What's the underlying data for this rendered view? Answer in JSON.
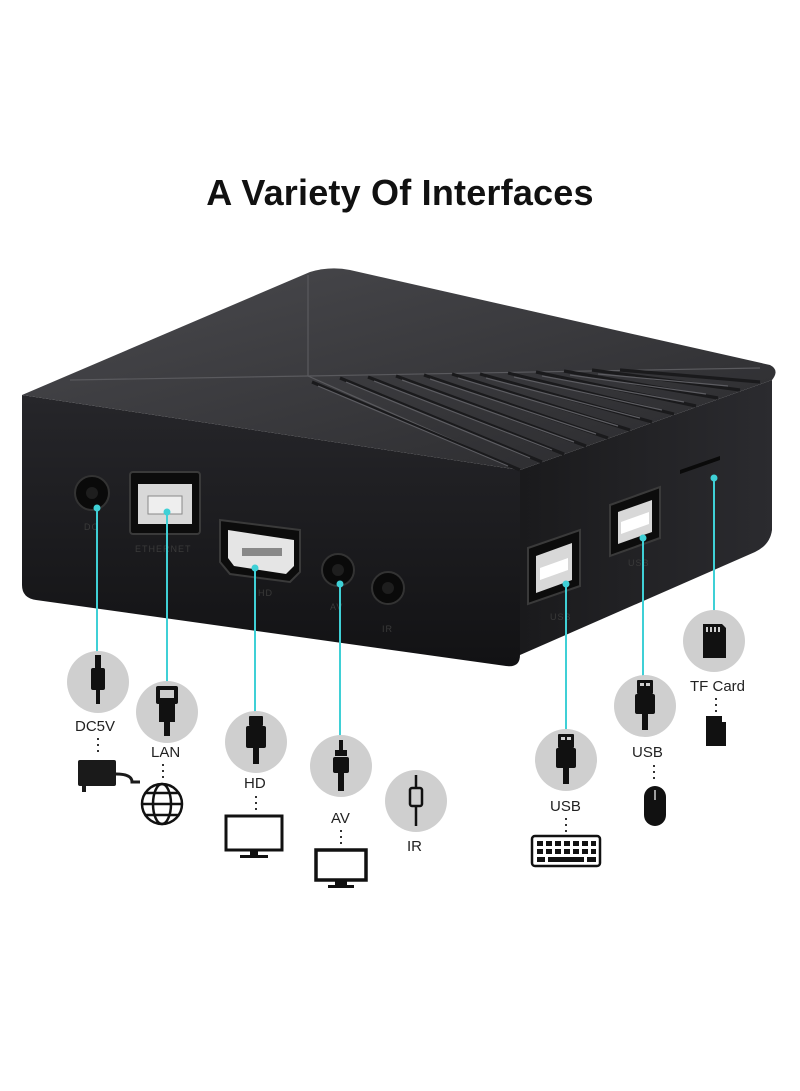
{
  "title": "A Variety Of Interfaces",
  "port_labels": {
    "dc": "DC",
    "ethernet": "ETHERNET",
    "hd": "HD",
    "av": "AV",
    "ir": "IR",
    "usb_front": "USB",
    "usb_side": "USB"
  },
  "interfaces": [
    {
      "label": "DC5V",
      "icon": "dc-plug-icon",
      "device": "power-adapter-icon"
    },
    {
      "label": "LAN",
      "icon": "ethernet-plug-icon",
      "device": "globe-icon"
    },
    {
      "label": "HD",
      "icon": "hdmi-plug-icon",
      "device": "monitor-icon"
    },
    {
      "label": "AV",
      "icon": "av-plug-icon",
      "device": "tv-icon"
    },
    {
      "label": "IR",
      "icon": "ir-plug-icon"
    },
    {
      "label": "USB",
      "icon": "usb-plug-icon",
      "device": "keyboard-icon"
    },
    {
      "label": "USB",
      "icon": "usb-plug-icon",
      "device": "mouse-icon"
    },
    {
      "label": "TF Card",
      "icon": "sd-card-icon",
      "device": "micro-sd-icon"
    }
  ],
  "colors": {
    "accent_line": "#3fd0d6",
    "circle": "#cfcfcf",
    "box": "#1c1c1e"
  }
}
